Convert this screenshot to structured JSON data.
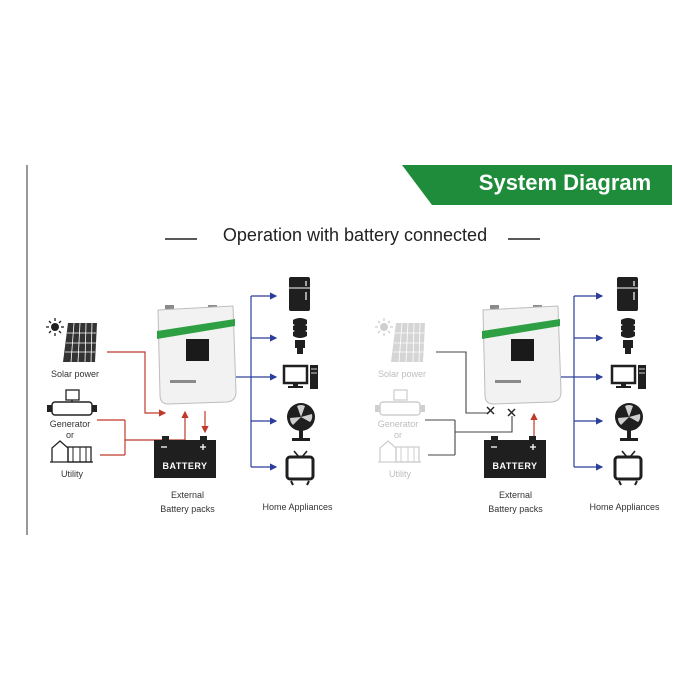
{
  "banner": {
    "title": "System Diagram",
    "color": "#1e8c3a"
  },
  "heading": "Operation with battery connected",
  "panels": [
    {
      "sources": {
        "solar": "Solar power",
        "generator": "Generator",
        "or": "or",
        "utility": "Utility"
      },
      "battery_label": "BATTERY",
      "battery_caption_line1": "External",
      "battery_caption_line2": "Battery packs",
      "appliances_caption": "Home Appliances"
    },
    {
      "sources": {
        "solar": "Solar power",
        "generator": "Generator",
        "or": "or",
        "utility": "Utility"
      },
      "battery_label": "BATTERY",
      "battery_caption_line1": "External",
      "battery_caption_line2": "Battery packs",
      "appliances_caption": "Home Appliances"
    }
  ],
  "colors": {
    "input_line": "#c0392b",
    "output_line": "#2c3e9c",
    "inactive": "#444444",
    "inverter_stripe": "#2ea043"
  },
  "icons": [
    "sun-icon",
    "solar-panel-icon",
    "generator-icon",
    "house-icon",
    "inverter-icon",
    "battery-icon",
    "fridge-icon",
    "bulb-icon",
    "computer-icon",
    "fan-icon",
    "tv-icon"
  ]
}
